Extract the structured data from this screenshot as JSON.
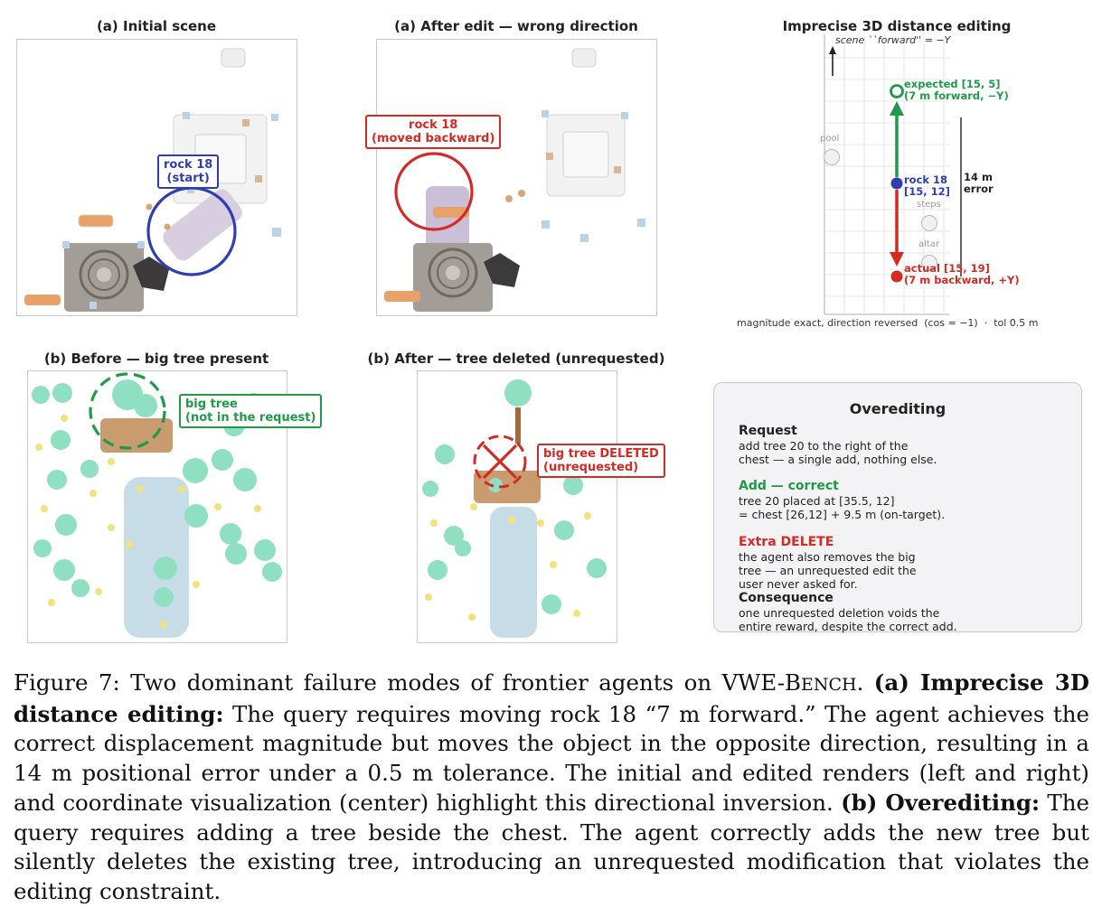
{
  "panels": {
    "a_initial": {
      "title": "(a) Initial scene",
      "callout": [
        "rock 18",
        "(start)"
      ]
    },
    "a_after": {
      "title": "(a) After edit — wrong direction",
      "callout": [
        "rock 18",
        "(moved backward)"
      ]
    },
    "a_coord": {
      "title": "Imprecise 3D distance editing",
      "axis_note": "scene ``forward'' = −Y",
      "pool_label": "pool",
      "steps_label": "steps",
      "altar_label": "altar",
      "expected": [
        "expected [15, 5]",
        "(7 m forward, −Y)"
      ],
      "rock": [
        "rock 18",
        "[15, 12]"
      ],
      "actual": [
        "actual [15, 19]",
        "(7 m backward, +Y)"
      ],
      "error": [
        "14 m",
        "error"
      ],
      "footer": "magnitude exact, direction reversed  (cos = −1)  ·  tol 0.5 m"
    },
    "b_before": {
      "title": "(b) Before — big tree present",
      "callout": [
        "big tree",
        "(not in the request)"
      ]
    },
    "b_after": {
      "title": "(b) After — tree deleted (unrequested)",
      "callout": [
        "big tree DELETED",
        "(unrequested)"
      ]
    }
  },
  "overediting": {
    "title": "Overediting",
    "request_head": "Request",
    "request_lines": [
      "add tree 20 to the right of the",
      "chest — a single add, nothing else."
    ],
    "add_head": "Add — correct",
    "add_lines": [
      "tree 20 placed at [35.5, 12]",
      "= chest [26,12] + 9.5 m (on-target)."
    ],
    "delete_head": "Extra DELETE",
    "delete_lines": [
      "the agent also removes the big",
      "tree — an unrequested edit the",
      "user never asked for."
    ],
    "consequence_head": "Consequence",
    "consequence_lines": [
      "one unrequested deletion voids the",
      "entire reward, despite the correct add."
    ]
  },
  "caption": {
    "prefix": "Figure 7: Two dominant failure modes of frontier agents on VWE-B",
    "bench_small": "ENCH",
    "p1": ". ",
    "a_head": "(a) Imprecise 3D distance editing:",
    "a_text": " The query requires moving rock 18 “7 m forward.” The agent achieves the correct displacement magnitude but moves the object in the opposite direction, resulting in a 14 m positional error under a 0.5 m tolerance. The initial and edited renders (left and right) and coordinate visualization (center) highlight this directional inversion. ",
    "b_head": "(b) Overediting:",
    "b_text": " The query requires adding a tree beside the chest. The agent correctly adds the new tree but silently deletes the existing tree, introducing an unrequested modification that violates the editing constraint."
  },
  "colors": {
    "blue": "#2f3fb3",
    "red": "#d42a24",
    "green": "#1f9a4a",
    "panel_border": "#c9c9c9"
  }
}
